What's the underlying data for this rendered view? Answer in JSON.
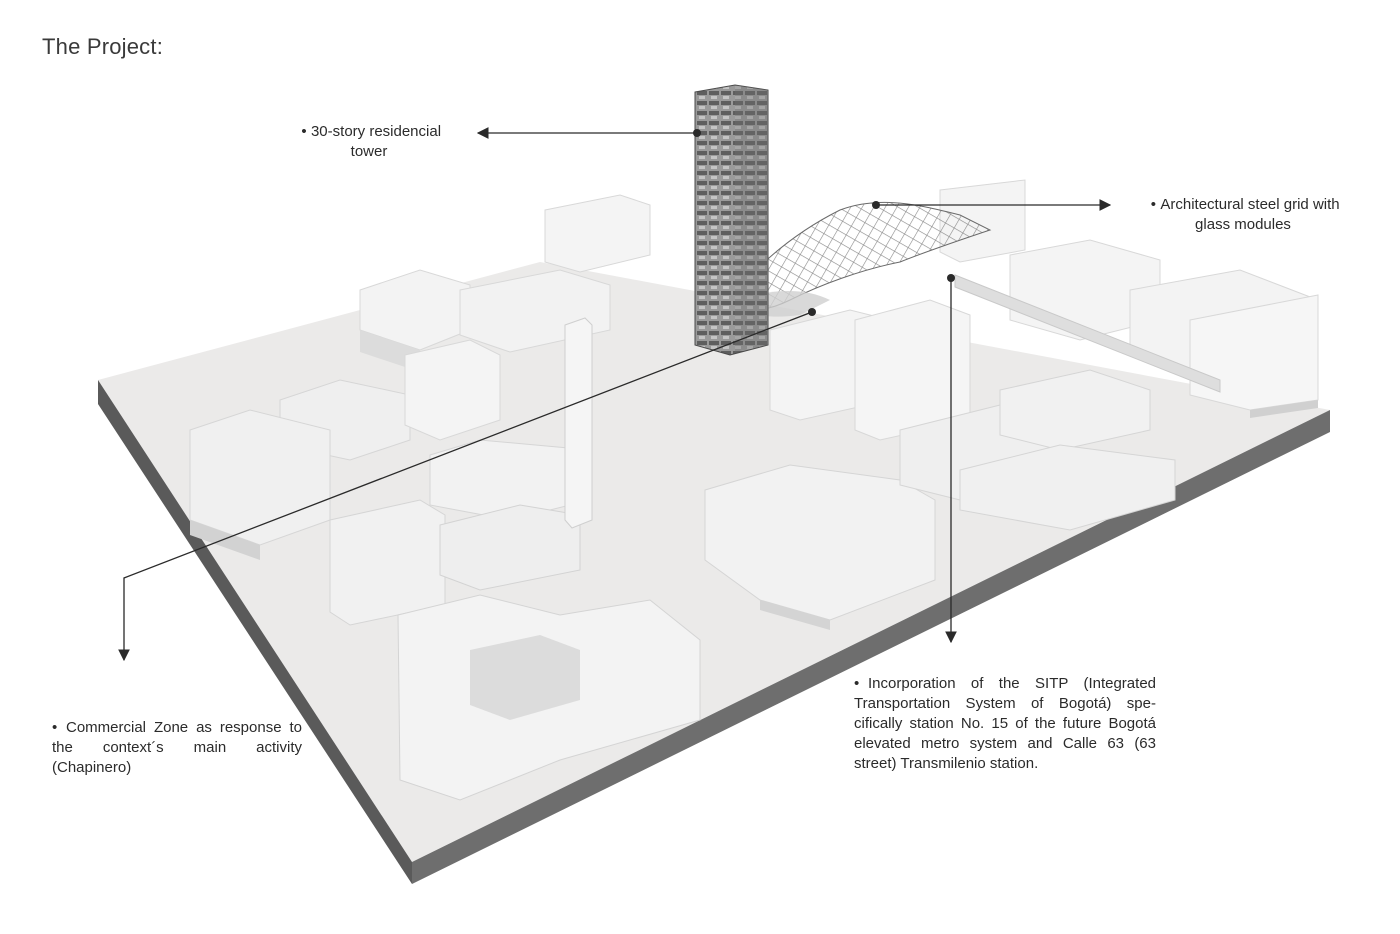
{
  "title": "The Project:",
  "annotations": {
    "tower": {
      "bullet": "•",
      "text": "30-story residencial tower"
    },
    "grid": {
      "bullet": "•",
      "text": "Architectural steel grid with glass modules"
    },
    "commercial": {
      "bullet": "•",
      "text": "Commercial Zone as response to the context´s main activity (Chapinero)"
    },
    "sitp": {
      "bullet": "•",
      "text": "Incorporation of the SITP (Integrated Transportation System of Bogotá) spe-cifically station No. 15 of the future Bogotá elevated metro system and Calle 63 (63 street) Transmilenio station."
    }
  },
  "colors": {
    "base_top": "#ecebea",
    "base_side": "#6b6b6b",
    "building": "#f2f2f2",
    "shadow": "#cfcfcf",
    "tower": "#7a7a7a",
    "line": "#2a2a2a"
  }
}
